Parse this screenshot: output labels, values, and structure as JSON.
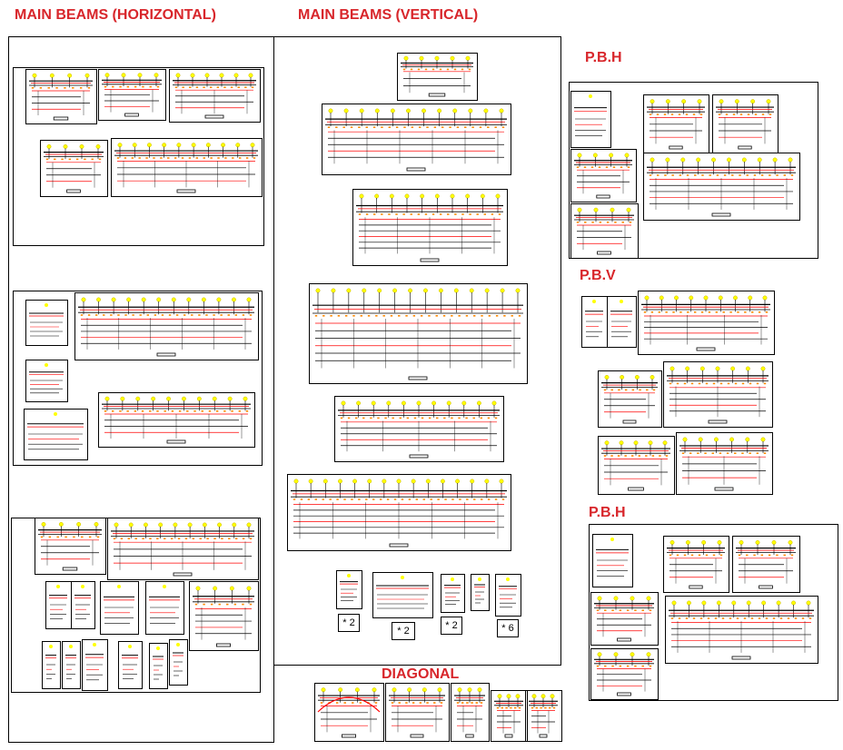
{
  "sections": {
    "main_beams_horizontal": "MAIN BEAMS (HORIZONTAL)",
    "main_beams_vertical": "MAIN BEAMS (VERTICAL)",
    "pbh_top": "P.B.H",
    "pbv": "P.B.V",
    "pbh_bottom": "P.B.H",
    "diagonal": "DIAGONAL"
  },
  "multipliers": {
    "m1": "* 2",
    "m2": "* 2",
    "m3": "* 2",
    "m4": "* 6"
  },
  "colors": {
    "title": "#d8262b",
    "frame": "#000000",
    "node": "#ffff00",
    "rebar_red": "#ff0000",
    "rebar_orange": "#ff8800",
    "line": "#000000"
  }
}
